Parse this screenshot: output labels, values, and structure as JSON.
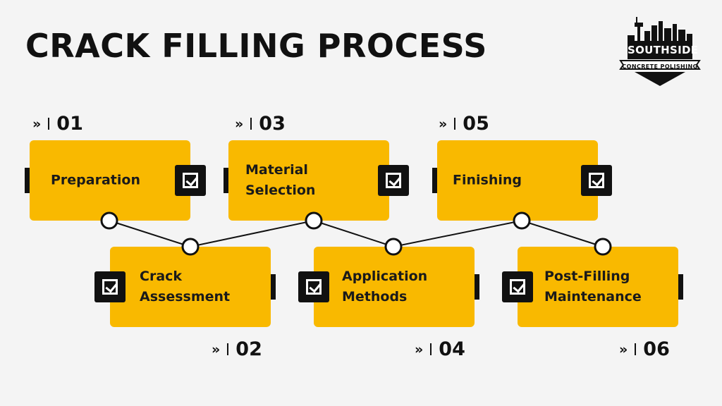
{
  "title": "CRACK FILLING PROCESS",
  "logo": {
    "name": "SOUTHSIDE",
    "subtitle": "CONCRETE POLISHING"
  },
  "steps": [
    {
      "number": "01",
      "label": "Preparation"
    },
    {
      "number": "02",
      "label": "Crack\nAssessment"
    },
    {
      "number": "03",
      "label": "Material\nSelection"
    },
    {
      "number": "04",
      "label": "Application\nMethods"
    },
    {
      "number": "05",
      "label": "Finishing"
    },
    {
      "number": "06",
      "label": "Post-Filling\nMaintenance"
    }
  ],
  "step_marker": "»",
  "colors": {
    "background": "#f4f4f4",
    "card": "#f9b900",
    "dark": "#111111"
  },
  "icons": {
    "check": "checkbox-icon",
    "marker": "double-chevron-icon"
  }
}
